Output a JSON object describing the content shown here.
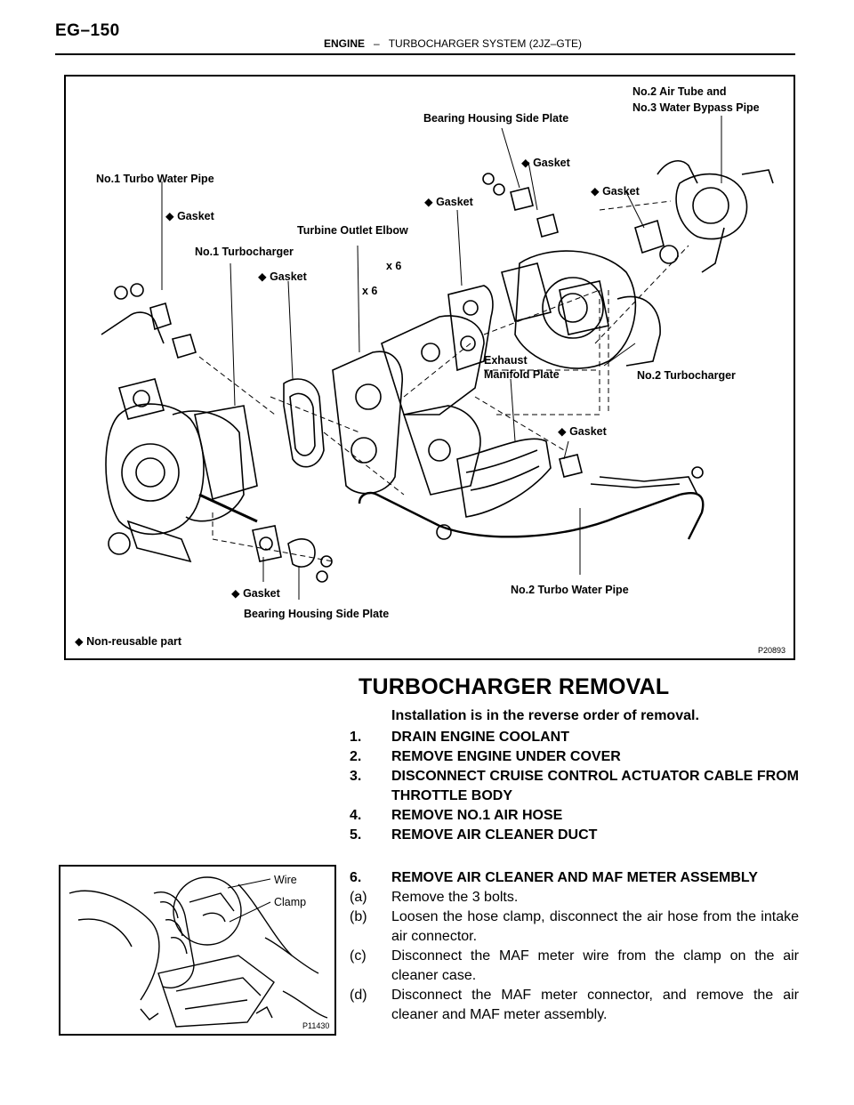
{
  "header": {
    "page_id": "EG–150",
    "section": "ENGINE",
    "separator": "–",
    "subsection": "TURBOCHARGER SYSTEM (2JZ–GTE)"
  },
  "figure1": {
    "labels": {
      "air_tube": "No.2 Air Tube and",
      "bypass_pipe": "No.3 Water Bypass Pipe",
      "bearing_plate_top": "Bearing Housing Side Plate",
      "gasket_a": "◆ Gasket",
      "gasket_b": "◆ Gasket",
      "gasket_c": "◆ Gasket",
      "turbo_water_pipe_1": "No.1 Turbo Water Pipe",
      "gasket_d": "◆ Gasket",
      "turbine_outlet": "Turbine Outlet Elbow",
      "turbocharger_1": "No.1 Turbocharger",
      "x6_a": "x 6",
      "x6_b": "x 6",
      "gasket_e": "◆ Gasket",
      "exhaust_plate_1": "Exhaust",
      "exhaust_plate_2": "Manifold Plate",
      "turbocharger_2": "No.2 Turbocharger",
      "gasket_f": "◆ Gasket",
      "gasket_g": "◆ Gasket",
      "turbo_water_pipe_2": "No.2 Turbo Water Pipe",
      "bearing_plate_bottom": "Bearing Housing Side Plate",
      "legend": "◆ Non-reusable part",
      "code": "P20893"
    }
  },
  "section": {
    "title": "TURBOCHARGER REMOVAL",
    "note": "Installation is in the reverse order of removal.",
    "steps": [
      {
        "num": "1.",
        "text": "DRAIN ENGINE COOLANT"
      },
      {
        "num": "2.",
        "text": "REMOVE ENGINE UNDER COVER"
      },
      {
        "num": "3.",
        "text": "DISCONNECT CRUISE CONTROL ACTUATOR CABLE FROM THROTTLE BODY"
      },
      {
        "num": "4.",
        "text": "REMOVE NO.1 AIR HOSE"
      },
      {
        "num": "5.",
        "text": "REMOVE AIR CLEANER DUCT"
      }
    ],
    "step6": {
      "num": "6.",
      "text": "REMOVE AIR CLEANER AND MAF METER ASSEMBLY"
    },
    "substeps": [
      {
        "num": "(a)",
        "text": "Remove the 3 bolts."
      },
      {
        "num": "(b)",
        "text": "Loosen the hose clamp, disconnect the air hose from the intake air connector."
      },
      {
        "num": "(c)",
        "text": "Disconnect the MAF meter wire from the clamp on the air cleaner case."
      },
      {
        "num": "(d)",
        "text": "Disconnect the MAF meter connector, and remove the air cleaner and MAF meter assembly."
      }
    ]
  },
  "figure2": {
    "labels": {
      "wire": "Wire",
      "clamp": "Clamp",
      "code": "P11430"
    }
  }
}
